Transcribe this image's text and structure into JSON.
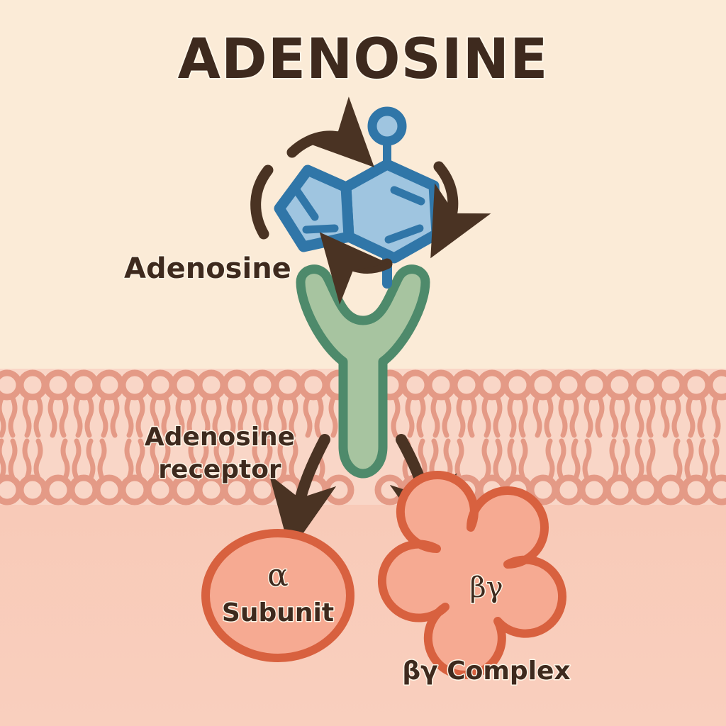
{
  "page": {
    "title": "ADENOSINE",
    "background_top_color": "#FBEBD7",
    "background_bottom_color": "#F9CDBC"
  },
  "labels": {
    "ligand": "Adenosine",
    "receptor_line1": "Adenosine",
    "receptor_line2": "receptor",
    "alpha_symbol": "α",
    "alpha_text": "Subunit",
    "betagamma_symbol": "βγ",
    "betagamma_caption": "βγ Complex"
  },
  "colors": {
    "ink": "#3E2A1E",
    "arrow": "#4A3323",
    "molecule_fill": "#9FC5E0",
    "molecule_stroke": "#3076A8",
    "receptor_fill": "#A7C4A0",
    "receptor_stroke": "#4E8A6B",
    "membrane": "#E49A86",
    "subunit_fill": "#F6AA92",
    "subunit_stroke": "#D8613F",
    "cytoplasm": "#F9CDBC",
    "extracellular": "#FBEBD7"
  },
  "diagram": {
    "type": "biology-signalling-diagram",
    "elements": [
      "adenosine-molecule",
      "rotation-arrows",
      "adenosine-receptor",
      "lipid-bilayer",
      "alpha-subunit",
      "betagamma-complex",
      "dissociation-arrows"
    ]
  }
}
